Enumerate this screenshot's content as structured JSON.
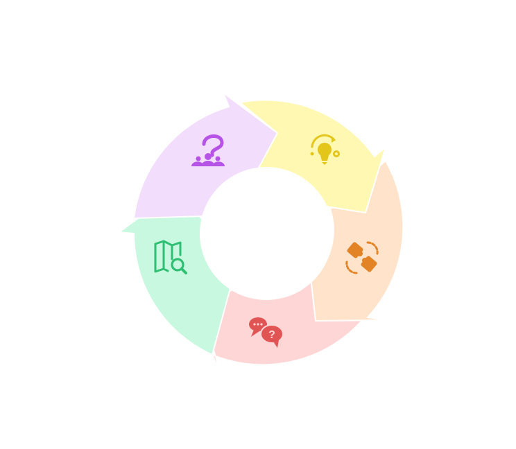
{
  "cycle": {
    "segments": [
      {
        "id": "ideation",
        "icon": "lightbulb-idea-icon",
        "fill": "#FFF8B3",
        "icon_color": "#E3C619"
      },
      {
        "id": "collaboration",
        "icon": "puzzle-exchange-icon",
        "fill": "#FFE3CB",
        "icon_color": "#E28426"
      },
      {
        "id": "discussion",
        "icon": "question-chat-icon",
        "fill": "#FFD6D6",
        "icon_color": "#E05454"
      },
      {
        "id": "exploration",
        "icon": "map-search-icon",
        "fill": "#C8F8DF",
        "icon_color": "#2FBF73"
      },
      {
        "id": "inquiry",
        "icon": "people-question-icon",
        "fill": "#F2DDFC",
        "icon_color": "#B653E6"
      }
    ]
  }
}
